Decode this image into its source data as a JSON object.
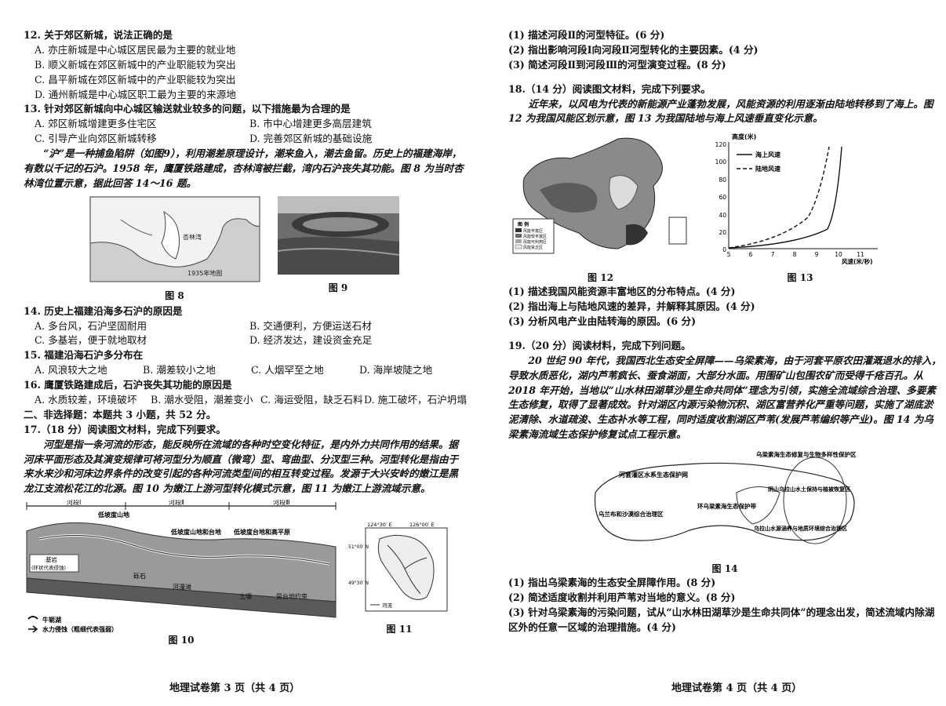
{
  "left": {
    "q12": {
      "stem": "12. 关于郊区新城，说法正确的是",
      "options": [
        "A. 亦庄新城是中心城区居民最为主要的就业地",
        "B. 顺义新城在郊区新城中的产业职能较为突出",
        "C. 昌平新城在郊区新城中的产业职能较为突出",
        "D. 通州新城是中心城区职工最为主要的来源地"
      ]
    },
    "q13": {
      "stem": "13. 针对郊区新城向中心城区输送就业较多的问题，以下措施最为合理的是",
      "options": [
        "A. 郊区新城增建更多住宅区",
        "B. 市中心增建更多高层建筑",
        "C. 引导产业向郊区新城转移",
        "D. 完善郊区新城的基础设施"
      ]
    },
    "intro14": "“沪”是一种捕鱼陷阱（如图9），利用潮差原理设计，潮来鱼入，潮去鱼留。历史上的福建海岸，有数以千记的石沪。1958 年，鹰厦铁路建成，杏林湾被拦截，湾内石沪丧失其功能。图 8 为当时杏林湾位置示意，据此回答 14～16 题。",
    "fig8": {
      "caption": "图 8",
      "label_year": "1935年地图",
      "label_place": "杏林湾"
    },
    "fig9": {
      "caption": "图 9"
    },
    "q14": {
      "stem": "14. 历史上福建沿海多石沪的原因是",
      "options": [
        "A. 多台风，石沪坚固耐用",
        "B. 交通便利，方便运送石材",
        "C. 多基岩，便于就地取材",
        "D. 经济发达，建设资金充足"
      ]
    },
    "q15": {
      "stem": "15. 福建沿海石沪多分布在",
      "options": [
        "A. 风浪较大之地",
        "B. 潮差较小之地",
        "C. 人烟罕至之地",
        "D. 海岸坡陡之地"
      ]
    },
    "q16": {
      "stem": "16. 鹰厦铁路建成后，石沪丧失其功能的原因是",
      "options": [
        "A. 水质较差，环境破坏",
        "B. 潮水受阻，潮差变小",
        "C. 海运受阻，缺乏石料",
        "D. 施工破坏，石沪坍塌"
      ]
    },
    "section2": "二、非选择题：本题共 3 小题，共 52 分。",
    "q17_stem": "17.（18 分）阅读图文材料，完成下列要求。",
    "q17_text": "河型是指一条河流的形态，能反映所在流域的各种时空变化特征，是内外力共同作用的结果。据河床平面形态及其演变规律可将河型分为顺直（微弯）型、弯曲型、分汊型三种。河型转化是指由于来水来沙和河床边界条件的改变引起的各种河流类型间的相互转变过程。发源于大兴安岭的嫩江是黑龙江支流松花江的北源。图 10 为嫩江上游河型转化模式示意，图 11 为嫩江上游流域示意。",
    "fig10": {
      "caption": "图 10",
      "seg1": "河段Ⅰ",
      "seg2": "河段Ⅱ",
      "seg3": "河段Ⅲ",
      "l_upland": "低坡度山地",
      "l_mid": "低坡度山地和台地",
      "l_plain": "低坡度台地和高平原",
      "l_base": "基岩",
      "l_base2": "(环状代表侵蚀)",
      "l_soil": "土壤",
      "l_terrace": "受台地约束",
      "l_gravel": "砾石",
      "l_lake": "河漫滩",
      "legend1": "牛轭湖",
      "legend2": "水力侵蚀（粗细代表强弱）"
    },
    "fig11": {
      "caption": "图 11",
      "lon1": "124°30′ E",
      "lon2": "126°00′ E",
      "lat1": "51°00′ N",
      "lat2": "49°30′ N",
      "legend": "河流"
    },
    "footer": "地理试卷第 3 页（共 4 页）"
  },
  "right": {
    "q17_subs": [
      "(1) 描述河段Ⅱ的河型特征。(6 分)",
      "(2) 指出影响河段Ⅰ向河段Ⅱ河型转化的主要因素。(4 分)",
      "(3) 简述河段Ⅱ到河段Ⅲ的河型演变过程。(8 分)"
    ],
    "q18_stem": "18.（14 分）阅读图文材料，完成下列要求。",
    "q18_text": "近年来，以风电为代表的新能源产业蓬勃发展，风能资源的利用逐渐由陆地转移到了海上。图 12 为我国风能区划示意，图 13 为我国陆地与海上风速垂直变化示意。",
    "fig12": {
      "caption": "图 12",
      "legend_title": "图 例",
      "legend_items": [
        "风能丰富区",
        "风能较丰富区",
        "风能可利用区",
        "风能贫乏区"
      ]
    },
    "fig13": {
      "caption": "图 13",
      "ylabel": "高度(米)",
      "xlabel": "风速(米/秒)",
      "yticks": [
        "120",
        "100",
        "80",
        "60",
        "40",
        "20",
        "0"
      ],
      "xticks": [
        "5",
        "6",
        "7",
        "8",
        "9",
        "10",
        "11"
      ],
      "legend_sea": "海上风速",
      "legend_land": "陆地风速"
    },
    "q18_subs": [
      "(1) 描述我国风能资源丰富地区的分布特点。(4 分)",
      "(2) 指出海上与陆地风速的差异，并解释其原因。(4 分)",
      "(3) 分析风电产业由陆转海的原因。(6 分)"
    ],
    "q19_stem": "19.（20 分）阅读材料，完成下列问题。",
    "q19_text": "20 世纪 90 年代，我国西北生态安全屏障——乌梁素海，由于河套平原农田灌溉退水的排入，导致水质恶化，湖内芦苇疯长、蚕食湖面，大部分水面。用围矿山包围农矿而受得千疮百孔。从 2018 年开始，当地以“山水林田湖草沙是生命共同体”理念为引领，实施全流域综合治理、多要素生态修复，取得了显著成效。针对湖区内源污染物沉积、湖区富营养化严重等问题，实施了湖底淤泥清除、水道疏浚、生态补水等工程，同时适度收割湖区芦苇(发展芦苇编织等产业)。图 14 为乌梁素海流域生态保护修复试点工程示意。",
    "fig14": {
      "caption": "图 14",
      "l_north": "河套灌区水系生态保护网",
      "l_west": "乌兰布和沙漠综合治理区",
      "l_ring": "环乌梁素海生态保护带",
      "l_top": "乌梁素海生态修复与生物多样性保护区",
      "l_mid": "阴山乌拉山水土保持与植被恢复区",
      "l_east": "乌拉山水源涵养与地质环境综合治理区"
    },
    "q19_subs": [
      "(1) 指出乌梁素海的生态安全屏障作用。(8 分)",
      "(2) 简述适度收割并利用芦苇对当地的意义。(8 分)",
      "(3) 针对乌梁素海的污染问题，试从“山水林田湖草沙是生命共同体”的理念出发，简述流域内除湖区外的任意一区域的治理措施。(4 分)"
    ],
    "footer": "地理试卷第 4 页（共 4 页）"
  }
}
